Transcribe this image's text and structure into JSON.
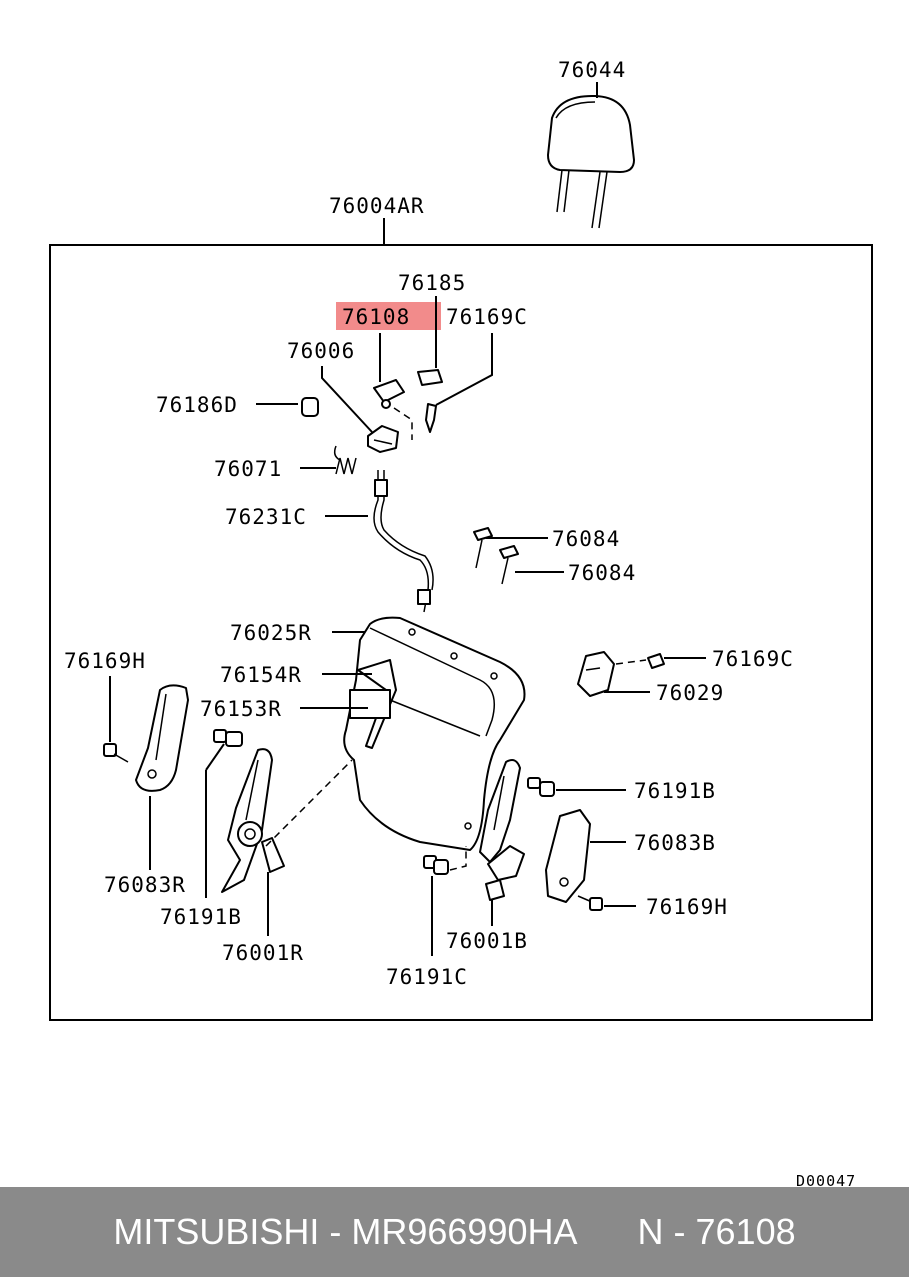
{
  "diagram": {
    "labels": {
      "l76044": "76044",
      "l76004AR": "76004AR",
      "l76185": "76185",
      "l76108": "76108",
      "l76169C_top": "76169C",
      "l76006": "76006",
      "l76186D": "76186D",
      "l76071": "76071",
      "l76231C": "76231C",
      "l76084_a": "76084",
      "l76084_b": "76084",
      "l76025R": "76025R",
      "l76169H_left": "76169H",
      "l76154R": "76154R",
      "l76153R": "76153R",
      "l76169C_right": "76169C",
      "l76029": "76029",
      "l76191B_right": "76191B",
      "l76083B": "76083B",
      "l76169H_right": "76169H",
      "l76083R": "76083R",
      "l76191B_left": "76191B",
      "l76001R": "76001R",
      "l76001B": "76001B",
      "l76191C": "76191C"
    },
    "highlight_color": "#f28b8b",
    "diagram_code": "D00047"
  },
  "footer": {
    "brand": "MITSUBISHI",
    "separator": " - ",
    "part_number": "MR966990HA",
    "n_label": "N - 76108"
  }
}
